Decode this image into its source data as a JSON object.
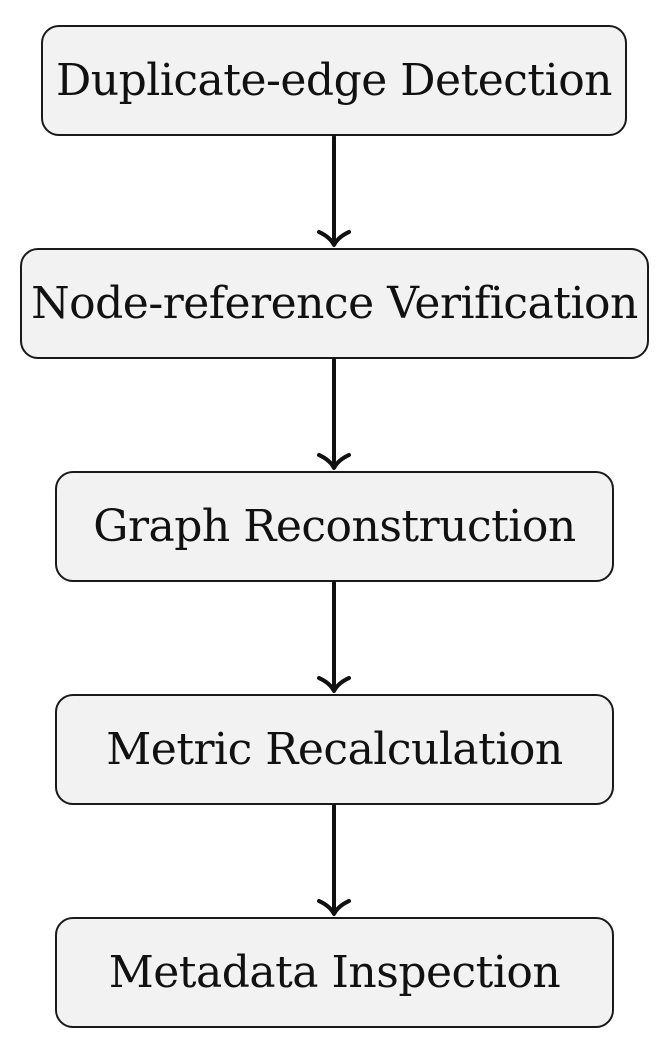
{
  "diagram": {
    "steps": [
      {
        "label": "Duplicate-edge Detection"
      },
      {
        "label": "Node-reference Verification"
      },
      {
        "label": "Graph Reconstruction"
      },
      {
        "label": "Metric Recalculation"
      },
      {
        "label": "Metadata Inspection"
      }
    ],
    "colors": {
      "box_fill": "#f2f2f2",
      "box_border": "#1a1a1a",
      "arrow": "#111111",
      "text": "#111111"
    }
  }
}
